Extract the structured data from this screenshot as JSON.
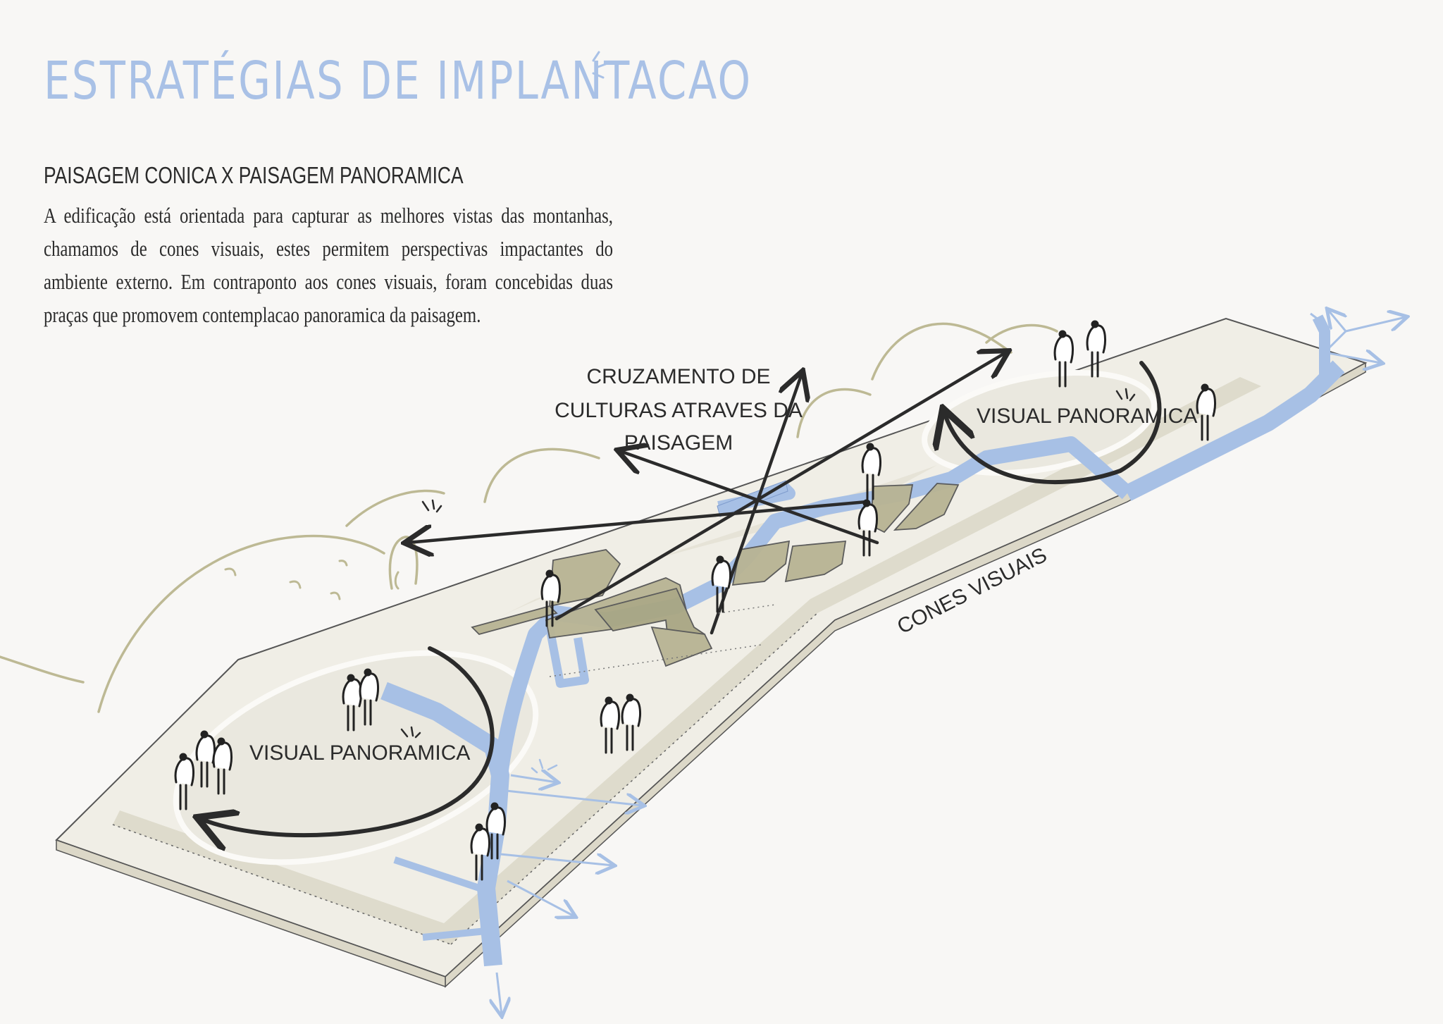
{
  "page": {
    "title": "ESTRATÉGIAS DE IMPLANTACAO",
    "subtitle": "PAISAGEM CONICA X PAISAGEM PANORAMICA",
    "description": "A edificação está orientada para capturar as melhores vistas das montanhas, chamamos de cones visuais, estes permitem perspectivas impactantes do ambiente externo. Em contraponto aos cones visuais, foram concebidas duas praças que promovem contemplacao panoramica da paisagem."
  },
  "diagram": {
    "label_crossing": [
      "CRUZAMENTO DE",
      "CULTURAS ATRAVES DA",
      "PAISAGEM"
    ],
    "label_panoramic_left": "VISUAL PANORAMICA",
    "label_panoramic_right": "VISUAL PANORAMICA",
    "label_cones": "CONES VISUAIS"
  },
  "colors": {
    "accent_blue": "#a9c1e6",
    "path_blue": "#a7c0e5",
    "building_olive": "#b8b493",
    "mountain_line": "#bdb994",
    "ink": "#2b2b2b"
  }
}
